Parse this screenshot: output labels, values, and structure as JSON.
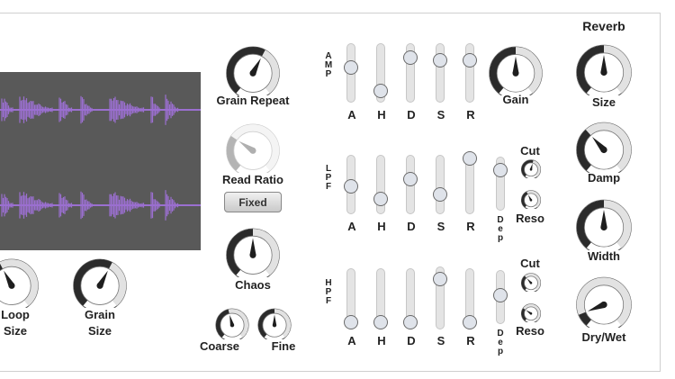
{
  "reverb": {
    "title": "Reverb",
    "size": "Size",
    "damp": "Damp",
    "width": "Width",
    "drywet": "Dry/Wet"
  },
  "grain": {
    "repeat": "Grain Repeat",
    "read_ratio": "Read Ratio",
    "fixed": "Fixed",
    "chaos": "Chaos",
    "coarse": "Coarse",
    "fine": "Fine"
  },
  "loop": {
    "line1": "Loop",
    "line2": "Size"
  },
  "grain_size": {
    "line1": "Grain",
    "line2": "Size"
  },
  "amp": {
    "tag": "AMP",
    "a": "A",
    "h": "H",
    "d": "D",
    "s": "S",
    "r": "R",
    "gain": "Gain"
  },
  "lpf": {
    "tag": "LPF",
    "a": "A",
    "h": "H",
    "d": "D",
    "s": "S",
    "r": "R",
    "dep": "Dep",
    "cut": "Cut",
    "reso": "Reso"
  },
  "hpf": {
    "tag": "HPF",
    "a": "A",
    "h": "H",
    "d": "D",
    "s": "S",
    "r": "R",
    "dep": "Dep",
    "cut": "Cut",
    "reso": "Reso"
  },
  "colors": {
    "waveform": "#9b6fd0",
    "waveform_bg": "#595959",
    "knob_arc": "#2b2b2b",
    "knob_track": "#e2e2e2"
  },
  "knob_values": {
    "grain_repeat": 0.6,
    "read_ratio": 0.3,
    "chaos": 0.5,
    "coarse": 0.45,
    "fine": 0.5,
    "loop_size": 0.4,
    "grain_size": 0.6,
    "gain": 0.5,
    "reverb_size": 0.5,
    "reverb_damp": 0.35,
    "reverb_width": 0.5,
    "reverb_drywet": 0.1,
    "lpf_cut": 0.55,
    "lpf_reso": 0.4,
    "hpf_cut": 0.35,
    "hpf_reso": 0.3
  },
  "slider_values": {
    "amp": {
      "a": 0.62,
      "h": 0.1,
      "d": 0.85,
      "s": 0.78,
      "r": 0.78
    },
    "lpf": {
      "a": 0.47,
      "h": 0.18,
      "d": 0.62,
      "s": 0.28,
      "r": 1.0,
      "dep": 0.85
    },
    "hpf": {
      "a": 0.0,
      "h": 0.0,
      "d": 0.0,
      "s": 0.88,
      "r": 0.0,
      "dep": 0.55
    }
  }
}
